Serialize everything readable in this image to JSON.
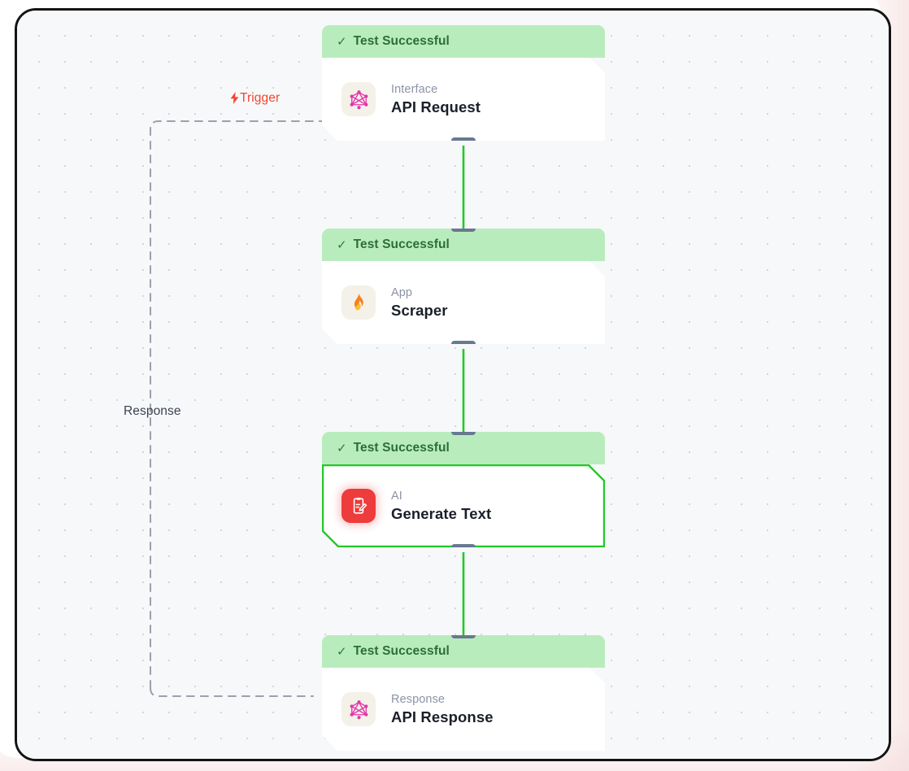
{
  "canvas": {
    "background_color": "#f7f8fa",
    "grid": "dot-grid",
    "frame_color": "#141414"
  },
  "edges": {
    "trigger": {
      "label": "Trigger",
      "icon": "lightning-bolt-icon",
      "bolt_glyph": "⚡",
      "color": "#f4452f",
      "style": "dashed"
    },
    "response": {
      "label": "Response",
      "color": "#3d4250",
      "style": "dashed"
    },
    "connector_color": "#22c927",
    "handle_color": "#68798f"
  },
  "status": {
    "label": "Test Successful",
    "check_glyph": "✓",
    "bg_color": "#b9ecbd",
    "text_color": "#2c6e36"
  },
  "nodes": [
    {
      "id": "api-request",
      "status": "Test Successful",
      "subtitle": "Interface",
      "title": "API Request",
      "icon": "graphql-icon",
      "icon_color": "#e535ab",
      "icon_tint": "cream",
      "selected": false
    },
    {
      "id": "scraper",
      "status": "Test Successful",
      "subtitle": "App",
      "title": "Scraper",
      "icon": "flame-icon",
      "icon_glyph": "🔥",
      "icon_tint": "cream",
      "selected": false
    },
    {
      "id": "generate-text",
      "status": "Test Successful",
      "subtitle": "AI",
      "title": "Generate Text",
      "icon": "clipboard-pencil-icon",
      "icon_color": "#ffffff",
      "icon_tint": "red",
      "selected": true,
      "selection_color": "#22c927"
    },
    {
      "id": "api-response",
      "status": "Test Successful",
      "subtitle": "Response",
      "title": "API Response",
      "icon": "graphql-icon",
      "icon_color": "#e535ab",
      "icon_tint": "cream",
      "selected": false
    }
  ]
}
